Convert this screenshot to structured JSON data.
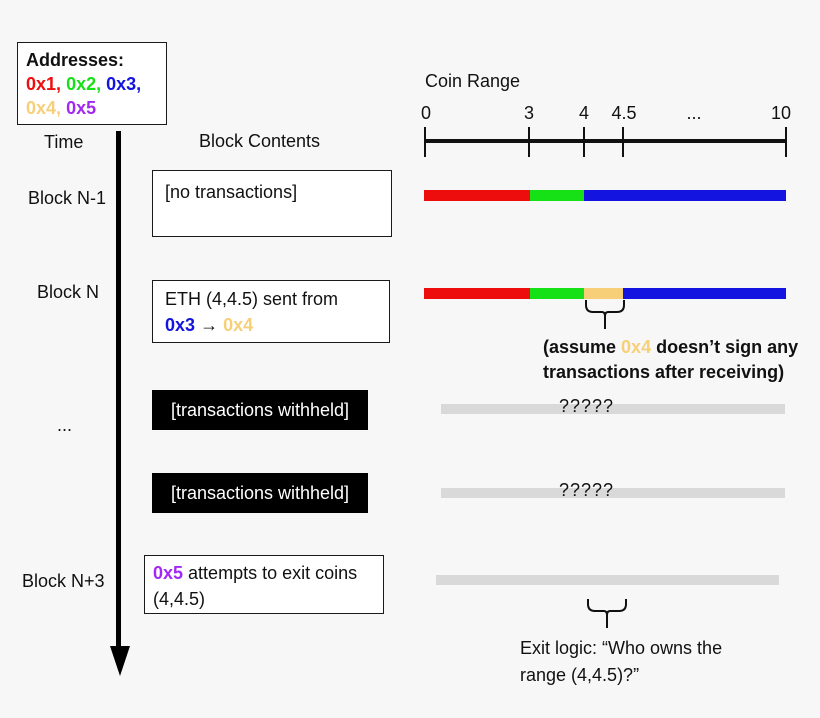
{
  "colors": {
    "background": "#f7f7f7",
    "red": "#ee0d0d",
    "green": "#16e016",
    "blue": "#1414e0",
    "tan": "#f7cf79",
    "purple": "#a129f2",
    "gray_bar": "#d9d9d9",
    "black": "#000000"
  },
  "legend": {
    "title": "Addresses:",
    "rows": [
      [
        {
          "text": "0x1,",
          "hex": "#ee0d0d"
        },
        {
          "text": "0x2,",
          "hex": "#16e016"
        },
        {
          "text": "0x3,",
          "hex": "#1414e0"
        }
      ],
      [
        {
          "text": "0x4,",
          "hex": "#f7cf79"
        },
        {
          "text": "0x5",
          "hex": "#a129f2"
        }
      ]
    ]
  },
  "headers": {
    "time": "Time",
    "block_contents": "Block Contents",
    "coin_range": "Coin Range"
  },
  "axis": {
    "tick_labels": [
      "0",
      "3",
      "4",
      "4.5",
      "...",
      "10"
    ],
    "range": [
      0,
      10
    ]
  },
  "rows": {
    "n_minus_1": {
      "label": "Block N-1",
      "content": "[no transactions]",
      "ranges": [
        {
          "owner": "0x1",
          "from": 0,
          "to": 3,
          "hex": "#ee0d0d"
        },
        {
          "owner": "0x2",
          "from": 3,
          "to": 4,
          "hex": "#16e016"
        },
        {
          "owner": "0x3",
          "from": 4,
          "to": 10,
          "hex": "#1414e0"
        }
      ]
    },
    "n": {
      "label": "Block N",
      "content_line1": "ETH (4,4.5) sent from",
      "from_addr": "0x3",
      "arrow": "→",
      "to_addr": "0x4",
      "ranges": [
        {
          "owner": "0x1",
          "from": 0,
          "to": 3,
          "hex": "#ee0d0d"
        },
        {
          "owner": "0x2",
          "from": 3,
          "to": 4,
          "hex": "#16e016"
        },
        {
          "owner": "0x4",
          "from": 4,
          "to": 4.5,
          "hex": "#f7cf79"
        },
        {
          "owner": "0x3",
          "from": 4.5,
          "to": 10,
          "hex": "#1414e0"
        }
      ]
    },
    "dots_label": "...",
    "withheld1": {
      "content": "[transactions withheld]",
      "bar_text": "?????"
    },
    "withheld2": {
      "content": "[transactions withheld]",
      "bar_text": "?????"
    },
    "n_plus_3": {
      "label": "Block N+3",
      "actor": "0x5",
      "content_rest": " attempts to exit coins",
      "content_line2": "(4,4.5)"
    }
  },
  "annotations": {
    "assume_prefix": "(assume ",
    "assume_highlight": "0x4",
    "assume_suffix": " doesn’t sign any",
    "assume_line2": "transactions after receiving)",
    "exit_line1": "Exit logic: “Who owns the",
    "exit_line2": "range (4,4.5)?”"
  }
}
